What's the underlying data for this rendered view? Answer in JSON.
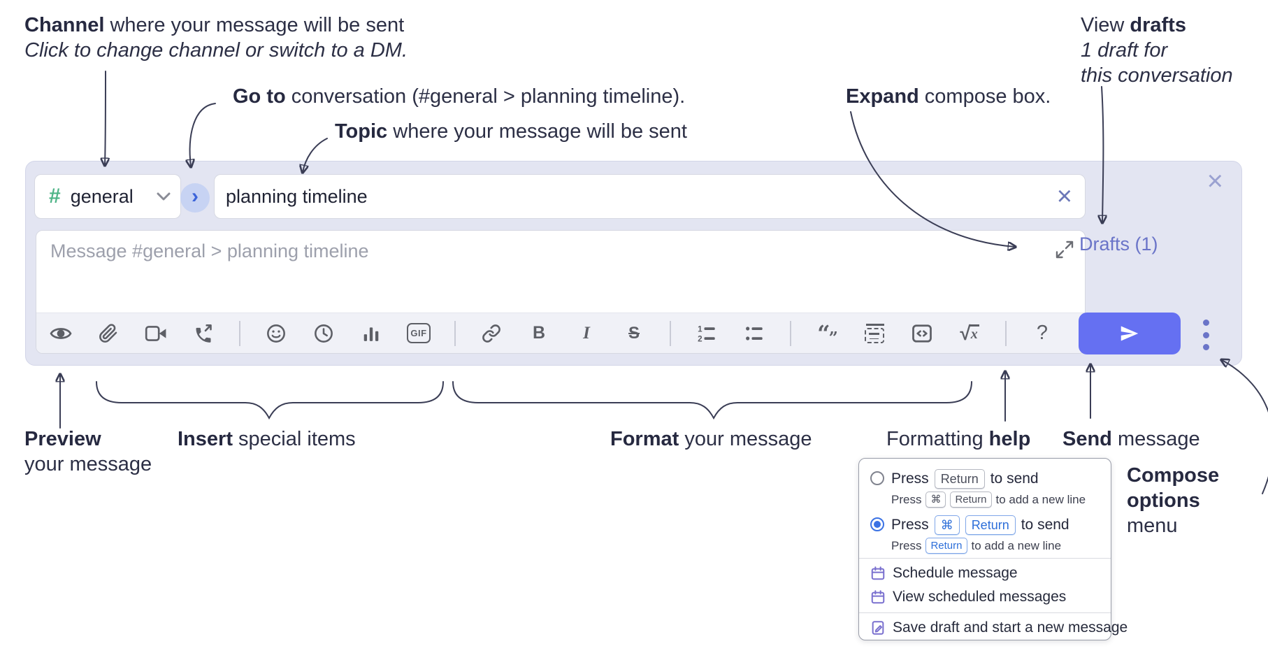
{
  "notes": {
    "channel": {
      "bold": "Channel",
      "rest": " where your message will be sent",
      "sub": "Click to change channel or switch to a DM."
    },
    "goto": {
      "bold": "Go to",
      "rest": " conversation (#general > planning timeline)."
    },
    "topic": {
      "bold": "Topic",
      "rest": " where your message will be sent"
    },
    "expand": {
      "bold": "Expand",
      "rest": " compose box."
    },
    "drafts": {
      "pre": "View ",
      "bold": "drafts",
      "sub1": "1 draft for",
      "sub2": "this conversation"
    },
    "preview": {
      "bold": "Preview",
      "sub": "your message"
    },
    "insert": {
      "bold": "Insert",
      "rest": " special items"
    },
    "format": {
      "bold": "Format",
      "rest": " your message"
    },
    "help": {
      "pre": "Formatting ",
      "bold": "help"
    },
    "send": {
      "bold": "Send",
      "rest": " message"
    },
    "compose_menu": {
      "line1": "Compose",
      "line2": "options",
      "line3": "menu"
    }
  },
  "compose": {
    "channel": {
      "hash": "#",
      "name": "general"
    },
    "goto_chevron": "›",
    "topic_value": "planning timeline",
    "clear_topic_glyph": "×",
    "close_glyph": "×",
    "message_placeholder": "Message #general > planning timeline",
    "drafts_link": "Drafts (1)",
    "toolbar": {
      "bold_glyph": "B",
      "italic_glyph": "I",
      "strike_glyph": "S",
      "gif_glyph": "GIF",
      "quote_open": "“",
      "quote_close": "”",
      "math_sqrt": "√",
      "math_x": "x",
      "help_glyph": "?"
    }
  },
  "popup": {
    "options": [
      {
        "selected": false,
        "press": "Press",
        "key1": "Return",
        "after": "to send",
        "sub_press": "Press",
        "sub_key1": "⌘",
        "sub_key2": "Return",
        "sub_after": "to add a new line"
      },
      {
        "selected": true,
        "press": "Press",
        "key1": "⌘",
        "key2": "Return",
        "after": "to send",
        "sub_press": "Press",
        "sub_key1": "Return",
        "sub_after": "to add a new line"
      }
    ],
    "items": [
      {
        "icon": "calendar-icon",
        "label": "Schedule message"
      },
      {
        "icon": "calendar-icon",
        "label": "View scheduled messages"
      },
      {
        "icon": "save-draft-icon",
        "label": "Save draft and start a new message"
      }
    ]
  },
  "colors": {
    "compose_bg": "#e3e5f2",
    "accent_send": "#6570f2",
    "link_purple": "#6a74c8",
    "channel_green": "#4eb487",
    "goto_blue": "#3c64d9",
    "kbd_blue": "#2e6fd9",
    "radio_blue": "#3b72e4",
    "icon_gray": "#5d5f66",
    "annotation_ink": "#2c2f45",
    "popup_icon_purple": "#7a70cf"
  }
}
